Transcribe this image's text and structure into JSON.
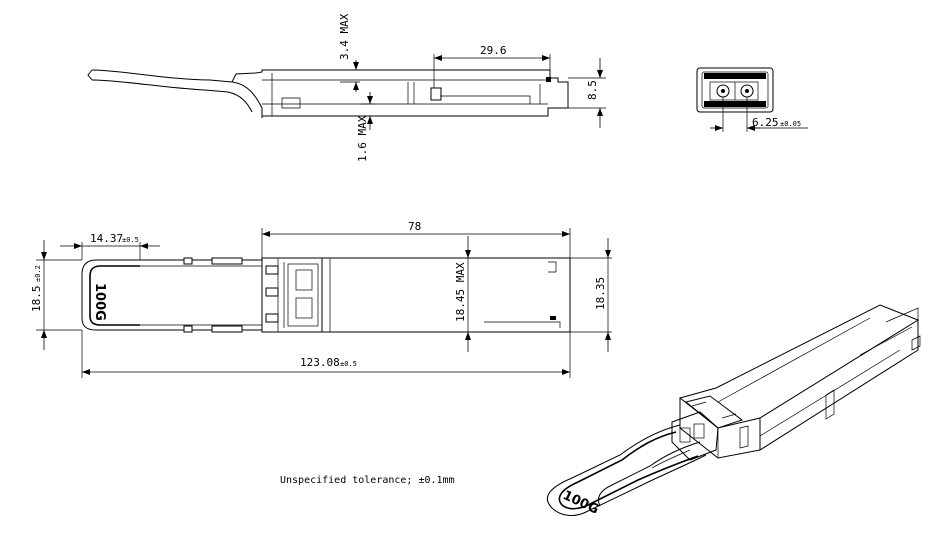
{
  "dimensions": {
    "d_3_4": "3.4 MAX",
    "d_1_6": "1.6 MAX",
    "d_29_6": "29.6",
    "d_8_5": "8.5",
    "d_6_25": "6.25",
    "d_6_25_tol": "±0.05",
    "d_14_37": "14.37",
    "d_14_37_tol": "±0.5",
    "d_78": "78",
    "d_18_5": "18.5",
    "d_18_5_tol": "±0.2",
    "d_18_45": "18.45 MAX",
    "d_18_35": "18.35",
    "d_123_08": "123.08",
    "d_123_08_tol": "±0.5"
  },
  "note": "Unspecified tolerance; ±0.1mm",
  "brand_label": "100G"
}
